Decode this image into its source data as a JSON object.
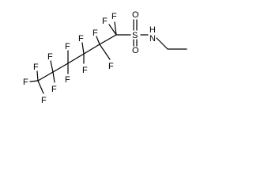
{
  "labels": {
    "F": "F",
    "S": "S",
    "O": "O",
    "N": "N",
    "H": "H"
  },
  "colors": {
    "bond": "#000000",
    "text": "#000000",
    "background": "#ffffff"
  }
}
